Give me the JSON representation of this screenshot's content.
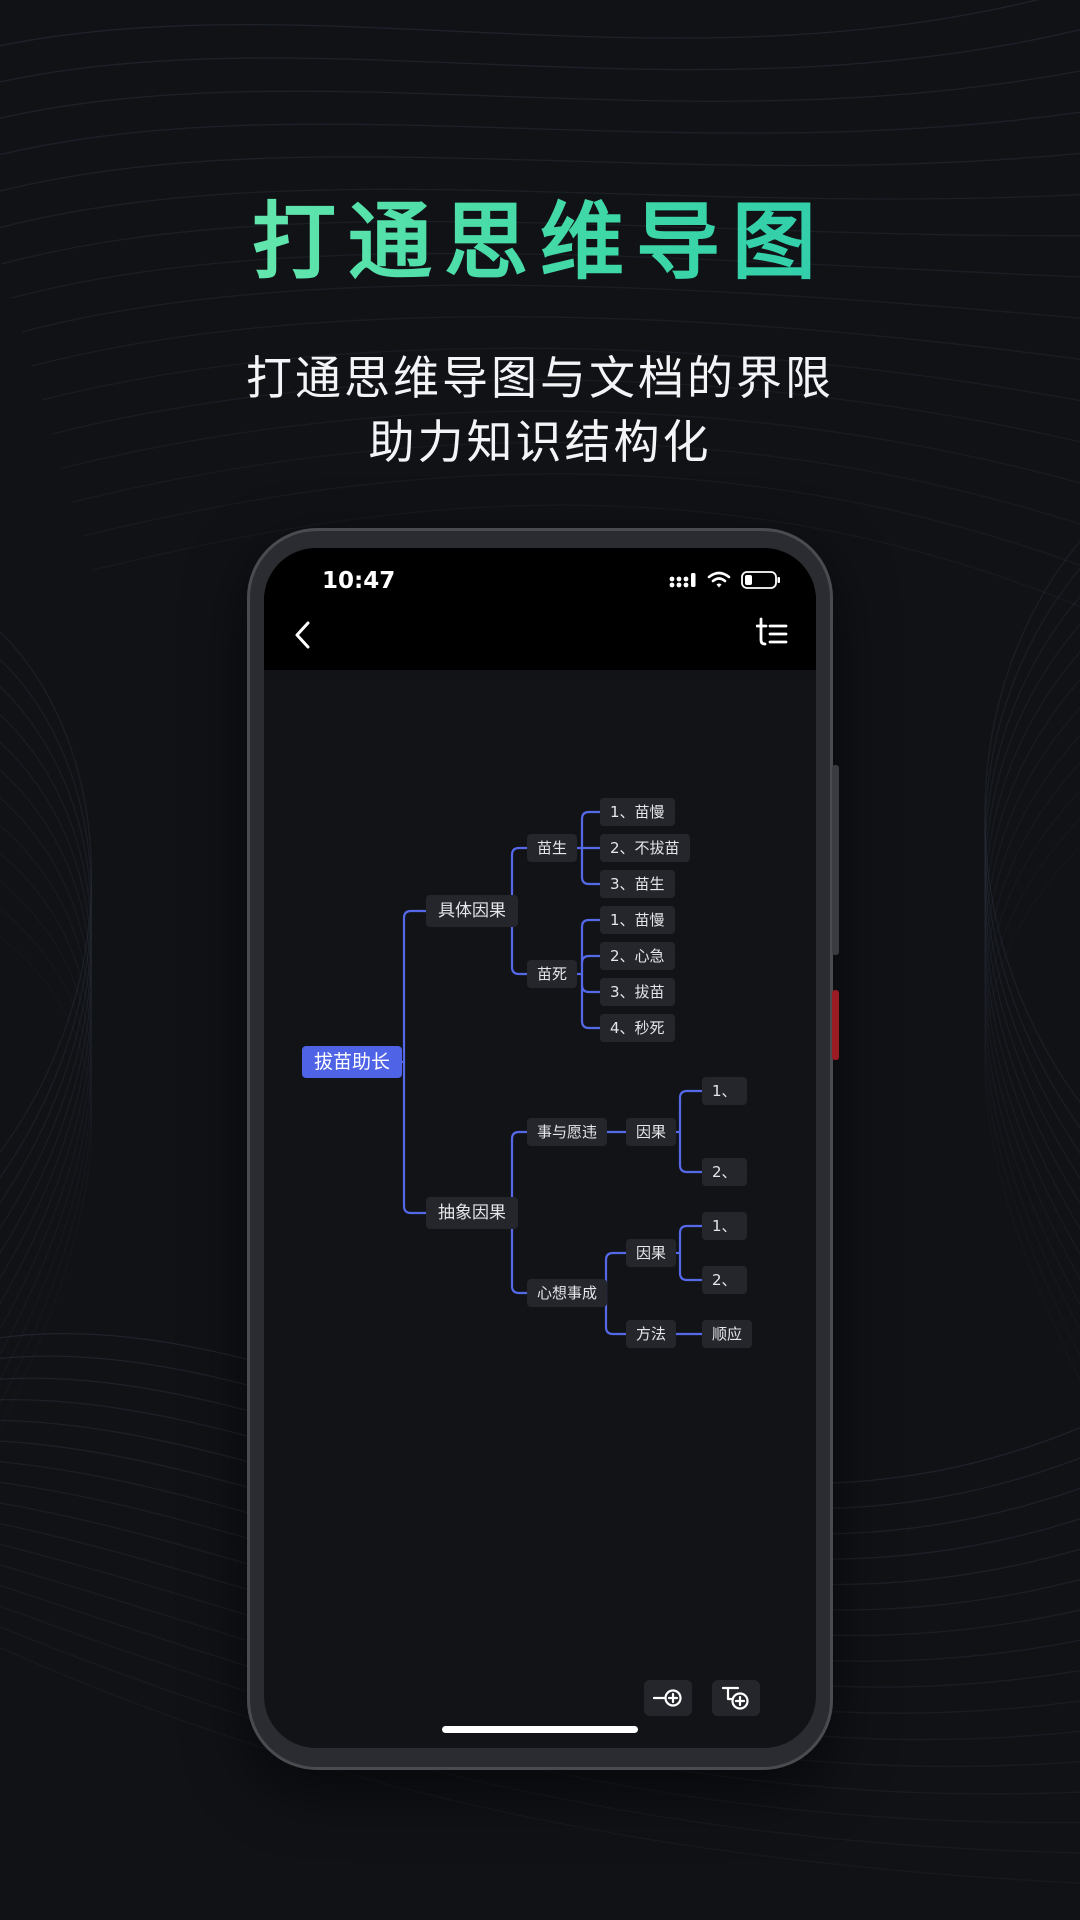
{
  "promo": {
    "headline": "打通思维导图",
    "subtitle_line1": "打通思维导图与文档的界限",
    "subtitle_line2": "助力知识结构化"
  },
  "status_bar": {
    "time": "10:47",
    "icons": [
      "signal-icon",
      "wifi-icon",
      "battery-icon"
    ]
  },
  "nav": {
    "back_icon": "chevron-left-icon",
    "outline_icon": "outline-list-icon"
  },
  "mindmap": {
    "root": "拔苗助长",
    "branches": [
      {
        "label": "具体因果",
        "children": [
          {
            "label": "苗生",
            "children": [
              "1、苗慢",
              "2、不拔苗",
              "3、苗生"
            ]
          },
          {
            "label": "苗死",
            "children": [
              "1、苗慢",
              "2、心急",
              "3、拔苗",
              "4、秒死"
            ]
          }
        ]
      },
      {
        "label": "抽象因果",
        "children": [
          {
            "label": "事与愿违",
            "children": [
              {
                "label": "因果",
                "children": [
                  "1、",
                  "2、"
                ]
              }
            ]
          },
          {
            "label": "心想事成",
            "children": [
              {
                "label": "因果",
                "children": [
                  "1、",
                  "2、"
                ]
              },
              {
                "label": "方法",
                "children": [
                  "顺应"
                ]
              }
            ]
          }
        ]
      }
    ]
  },
  "toolbar": {
    "add_sibling_icon": "add-sibling-node-icon",
    "add_child_icon": "add-child-node-icon"
  },
  "colors": {
    "accent": "#4e63e6",
    "connector": "#5468e8",
    "headline_gradient_start": "#7df0b3",
    "headline_gradient_end": "#22c3b0",
    "background": "#101216"
  }
}
